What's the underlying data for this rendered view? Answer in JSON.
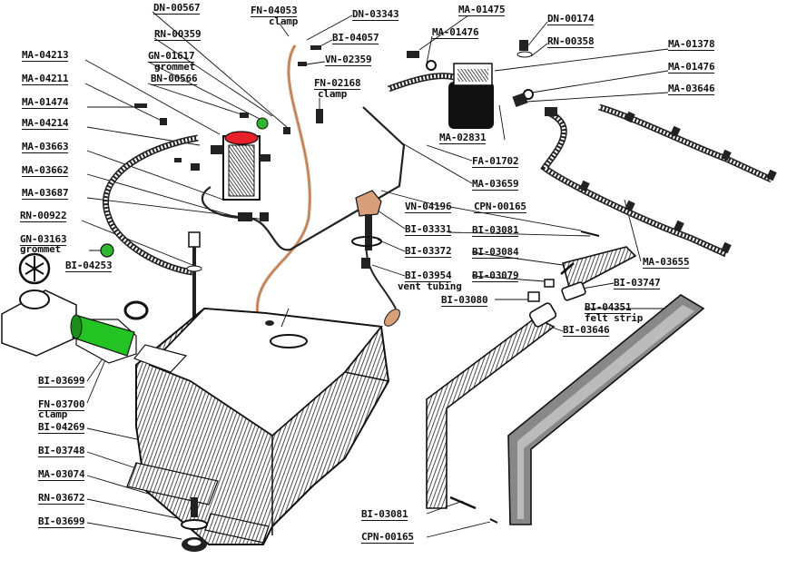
{
  "labels": {
    "dn00567": "DN-00567",
    "rn00359": "RN-00359",
    "gn01617": "GN-01617",
    "grommet1": "grommet",
    "bn00566": "BN-00566",
    "fn04053": "FN-04053",
    "clamp1": "clamp",
    "dn03343": "DN-03343",
    "bi04057": "BI-04057",
    "vn02359": "VN-02359",
    "fn02168": "FN-02168",
    "clamp2": "clamp",
    "ma01475": "MA-01475",
    "ma01476a": "MA-01476",
    "dn00174": "DN-00174",
    "rn00358": "RN-00358",
    "ma01378": "MA-01378",
    "ma01476b": "MA-01476",
    "ma03646": "MA-03646",
    "ma04213": "MA-04213",
    "ma04211": "MA-04211",
    "ma01474": "MA-01474",
    "ma04214": "MA-04214",
    "ma03663": "MA-03663",
    "ma03662": "MA-03662",
    "ma03687": "MA-03687",
    "rn00922": "RN-00922",
    "gn03163": "GN-03163",
    "grommet2": "grommet",
    "bi04253": "BI-04253",
    "ma02831": "MA-02831",
    "fa01702": "FA-01702",
    "ma03659": "MA-03659",
    "vn04196": "VN-04196",
    "cpn00165a": "CPN-00165",
    "bi03331": "BI-03331",
    "bi03081a": "BI-03081",
    "bi03372": "BI-03372",
    "bi03084": "BI-03084",
    "ma03655": "MA-03655",
    "bi03954": "BI-03954",
    "venttubing": "vent tubing",
    "bi03079": "BI-03079",
    "bi03747": "BI-03747",
    "bi03080": "BI-03080",
    "bi04351": "BI-04351",
    "feltstrip": "felt strip",
    "bi03646": "BI-03646",
    "bi03699": "BI-03699",
    "fn03700": "FN-03700",
    "clamp3": "clamp",
    "bi04269": "BI-04269",
    "bi03748": "BI-03748",
    "ma03074": "MA-03074",
    "rn03672": "RN-03672",
    "bi03699b": "BI-03699",
    "bi03081b": "BI-03081",
    "cpn00165b": "CPN-00165"
  },
  "highlight_colors": {
    "red_part": "#e8202a",
    "green_part": "#22c322",
    "green_grommet": "#2fb82f",
    "tan_tube": "#d7a07a"
  }
}
